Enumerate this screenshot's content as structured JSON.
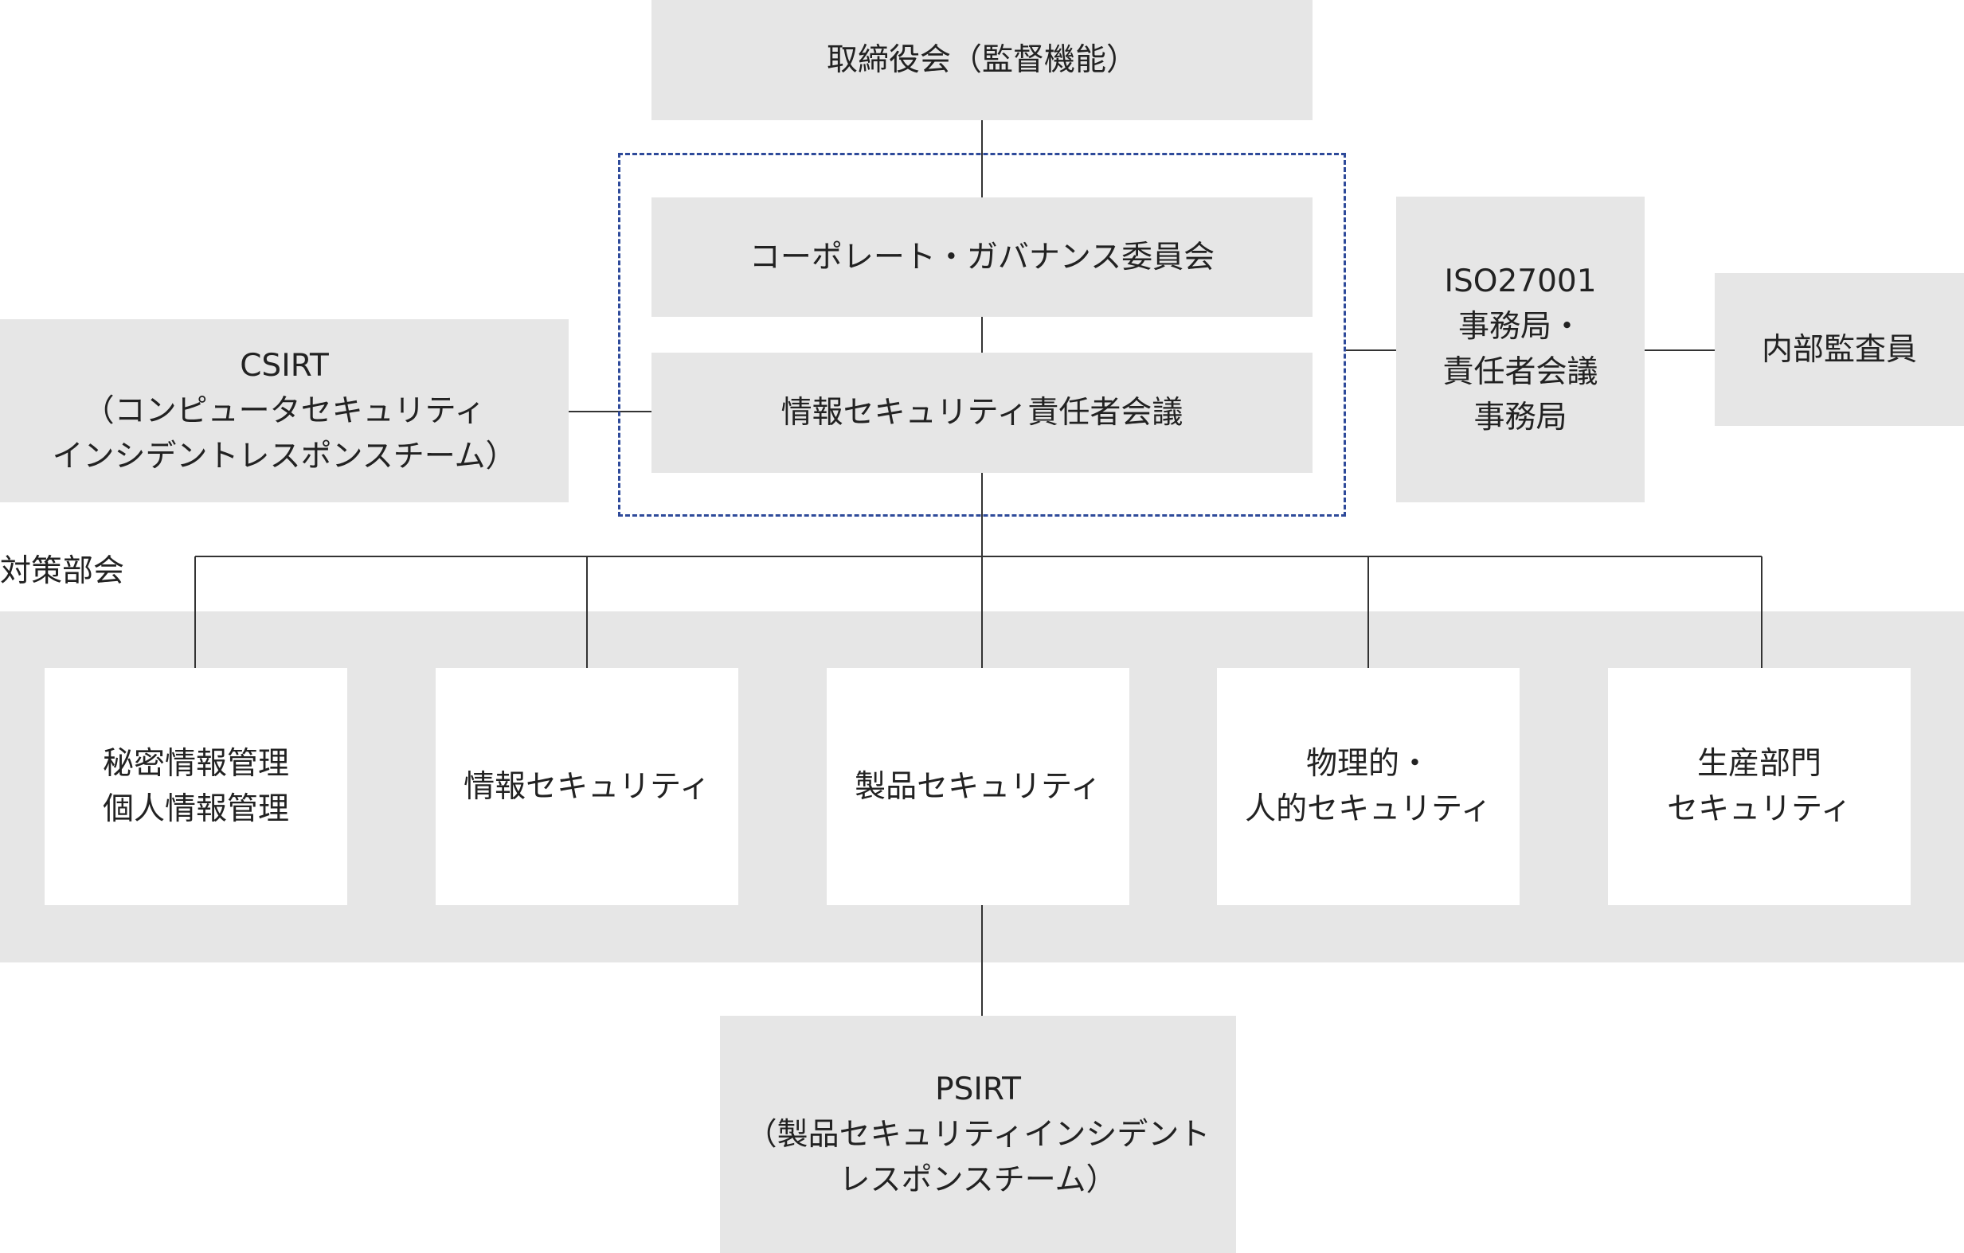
{
  "board": {
    "label": "取締役会（監督機能）"
  },
  "governance_committee": {
    "label": "コーポレート・ガバナンス委員会"
  },
  "security_council": {
    "label": "情報セキュリティ責任者会議"
  },
  "csirt": {
    "lines": [
      "CSIRT",
      "（コンピュータセキュリティ",
      "インシデントレスポンスチーム）"
    ]
  },
  "iso_office": {
    "lines": [
      "ISO27001",
      "事務局・",
      "責任者会議",
      "事務局"
    ]
  },
  "internal_auditor": {
    "label": "内部監査員"
  },
  "subcommittee": {
    "label": "対策部会",
    "items": [
      {
        "lines": [
          "秘密情報管理",
          "個人情報管理"
        ]
      },
      {
        "lines": [
          "情報セキュリティ"
        ]
      },
      {
        "lines": [
          "製品セキュリティ"
        ]
      },
      {
        "lines": [
          "物理的・",
          "人的セキュリティ"
        ]
      },
      {
        "lines": [
          "生産部門",
          "セキュリティ"
        ]
      }
    ]
  },
  "psirt": {
    "lines": [
      "PSIRT",
      "（製品セキュリティインシデント",
      "レスポンスチーム）"
    ]
  },
  "colors": {
    "box_fill": "#e6e6e6",
    "dashed_border": "#2e4a9a",
    "connector": "#333333"
  }
}
